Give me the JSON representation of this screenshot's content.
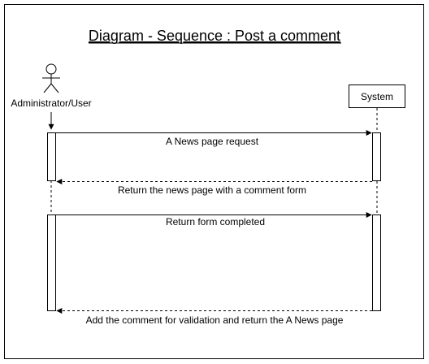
{
  "diagram": {
    "title": "Diagram - Sequence : Post a comment",
    "actor_label": "Administrator/User",
    "system_label": "System",
    "messages": [
      {
        "label": "A News page request",
        "style": "solid"
      },
      {
        "label": "Return the news page with a comment form",
        "style": "dashed"
      },
      {
        "label": "Return form completed",
        "style": "solid"
      },
      {
        "label": "Add the comment for validation and return the A News page",
        "style": "dashed"
      }
    ]
  }
}
